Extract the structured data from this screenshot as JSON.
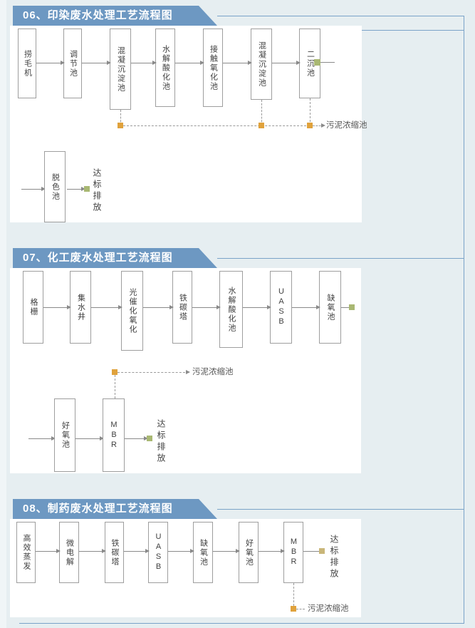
{
  "page": {
    "background": "#e6eef1",
    "border_color": "#7aa3c8",
    "banner_color": "#6d98c2",
    "panel_color": "#ffffff"
  },
  "markers": {
    "sludge_junction_orange": "#e0a23c",
    "outfall_green": "#a9b873",
    "outfall_tan": "#c9b679"
  },
  "sections": [
    {
      "title": "06、印染废水处理工艺流程图",
      "main_flow": [
        "捞毛机",
        "调节池",
        "混凝沉淀池",
        "水解酸化池",
        "接触氧化池",
        "混凝沉淀池",
        "二沉池"
      ],
      "sludge_label": "污泥浓缩池",
      "polish_flow": [
        "脱色池"
      ],
      "outfall_label": "达标排放"
    },
    {
      "title": "07、化工废水处理工艺流程图",
      "main_flow": [
        "格栅",
        "集水井",
        "光催化氧化",
        "铁碳塔",
        "水解酸化池",
        "UASB",
        "缺氧池"
      ],
      "sludge_label": "污泥浓缩池",
      "polish_flow": [
        "好氧池",
        "MBR"
      ],
      "outfall_label": "达标排放"
    },
    {
      "title": "08、制药废水处理工艺流程图",
      "main_flow": [
        "高效蒸发",
        "微电解",
        "铁碳塔",
        "UASB",
        "缺氧池",
        "好氧池",
        "MBR"
      ],
      "sludge_label": "污泥浓缩池",
      "outfall_label": "达标排放"
    }
  ]
}
